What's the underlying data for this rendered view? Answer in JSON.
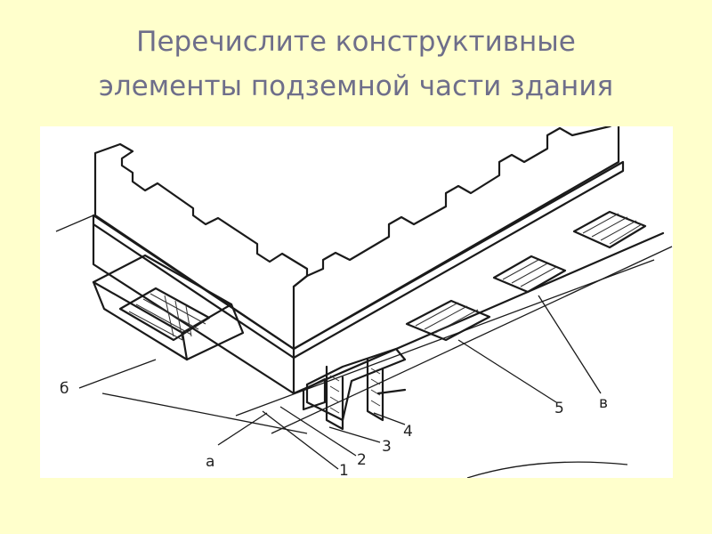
{
  "slide": {
    "title_line1": "Перечислите конструктивные",
    "title_line2": "элементы подземной части здания"
  },
  "figure": {
    "labels": {
      "a": "а",
      "b": "б",
      "v": "в",
      "n1": "1",
      "n2": "2",
      "n3": "3",
      "n4": "4",
      "n5": "5"
    }
  },
  "colors": {
    "background": "#ffffcc",
    "title": "#6e6e8a",
    "figure_bg": "#ffffff"
  }
}
